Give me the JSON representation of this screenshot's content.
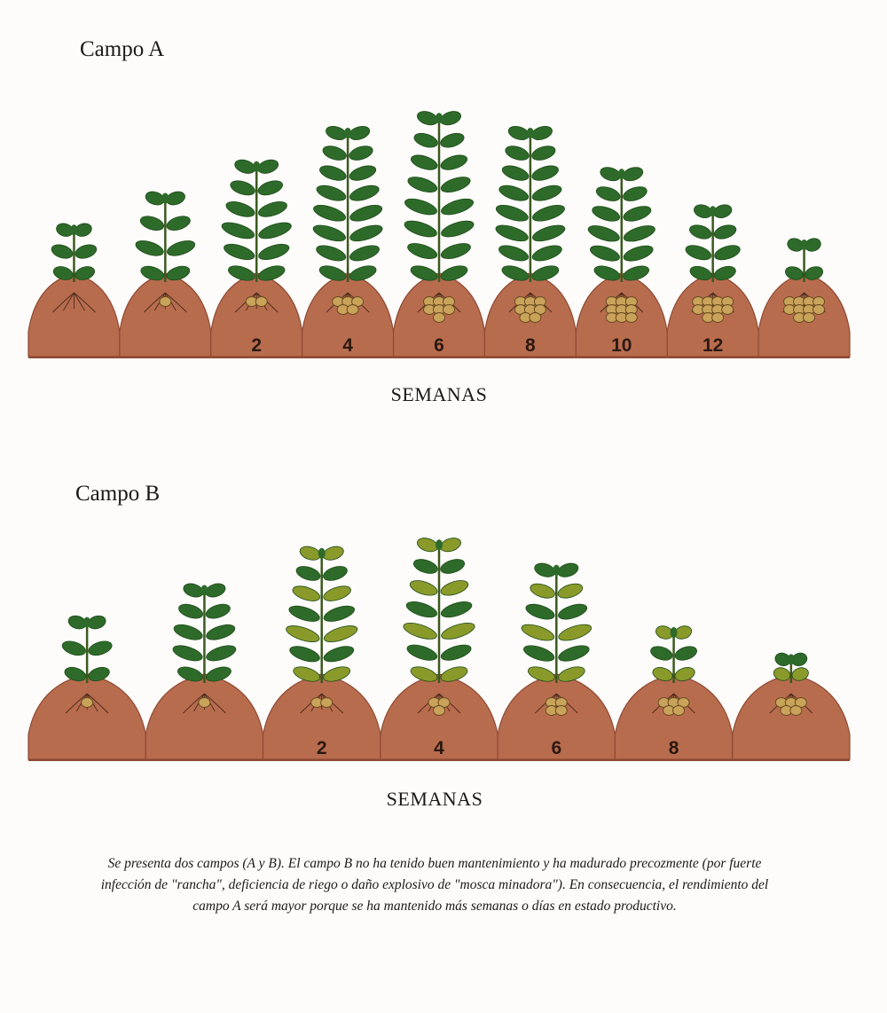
{
  "fields": [
    {
      "label": "Campo  A",
      "axis_label": "SEMANAS",
      "plants": [
        {
          "height": 0.28,
          "tubers": 0,
          "week": ""
        },
        {
          "height": 0.45,
          "tubers": 1,
          "week": ""
        },
        {
          "height": 0.62,
          "tubers": 2,
          "week": "2"
        },
        {
          "height": 0.8,
          "tubers": 5,
          "week": "4"
        },
        {
          "height": 0.88,
          "tubers": 7,
          "week": "6"
        },
        {
          "height": 0.8,
          "tubers": 8,
          "week": "8"
        },
        {
          "height": 0.58,
          "tubers": 9,
          "week": "10"
        },
        {
          "height": 0.38,
          "tubers": 10,
          "week": "12"
        },
        {
          "height": 0.2,
          "tubers": 10,
          "week": ""
        }
      ]
    },
    {
      "label": "Campo B",
      "axis_label": "SEMANAS",
      "plants": [
        {
          "height": 0.36,
          "tubers": 1,
          "week": ""
        },
        {
          "height": 0.55,
          "tubers": 1,
          "week": ""
        },
        {
          "height": 0.77,
          "tubers": 2,
          "week": "2"
        },
        {
          "height": 0.82,
          "tubers": 3,
          "week": "4"
        },
        {
          "height": 0.67,
          "tubers": 4,
          "week": "6"
        },
        {
          "height": 0.3,
          "tubers": 5,
          "week": "8"
        },
        {
          "height": 0.14,
          "tubers": 5,
          "week": ""
        }
      ]
    }
  ],
  "caption": "Se presenta dos campos (A y B). El campo B no ha tenido buen mantenimiento y ha madurado precozmente  (por fuerte infección de \"rancha\", deficiencia de riego o daño explosivo de \"mosca minadora\"). En consecuencia, el rendimiento del campo A será mayor porque se ha mantenido más semanas o días en estado productivo.",
  "colors": {
    "soil": "#b86c4e",
    "soil_dark": "#8f4a33",
    "leaf": "#2e6b2a",
    "leaf_yellow": "#8a9a2a",
    "tuber": "#c9a35a"
  }
}
